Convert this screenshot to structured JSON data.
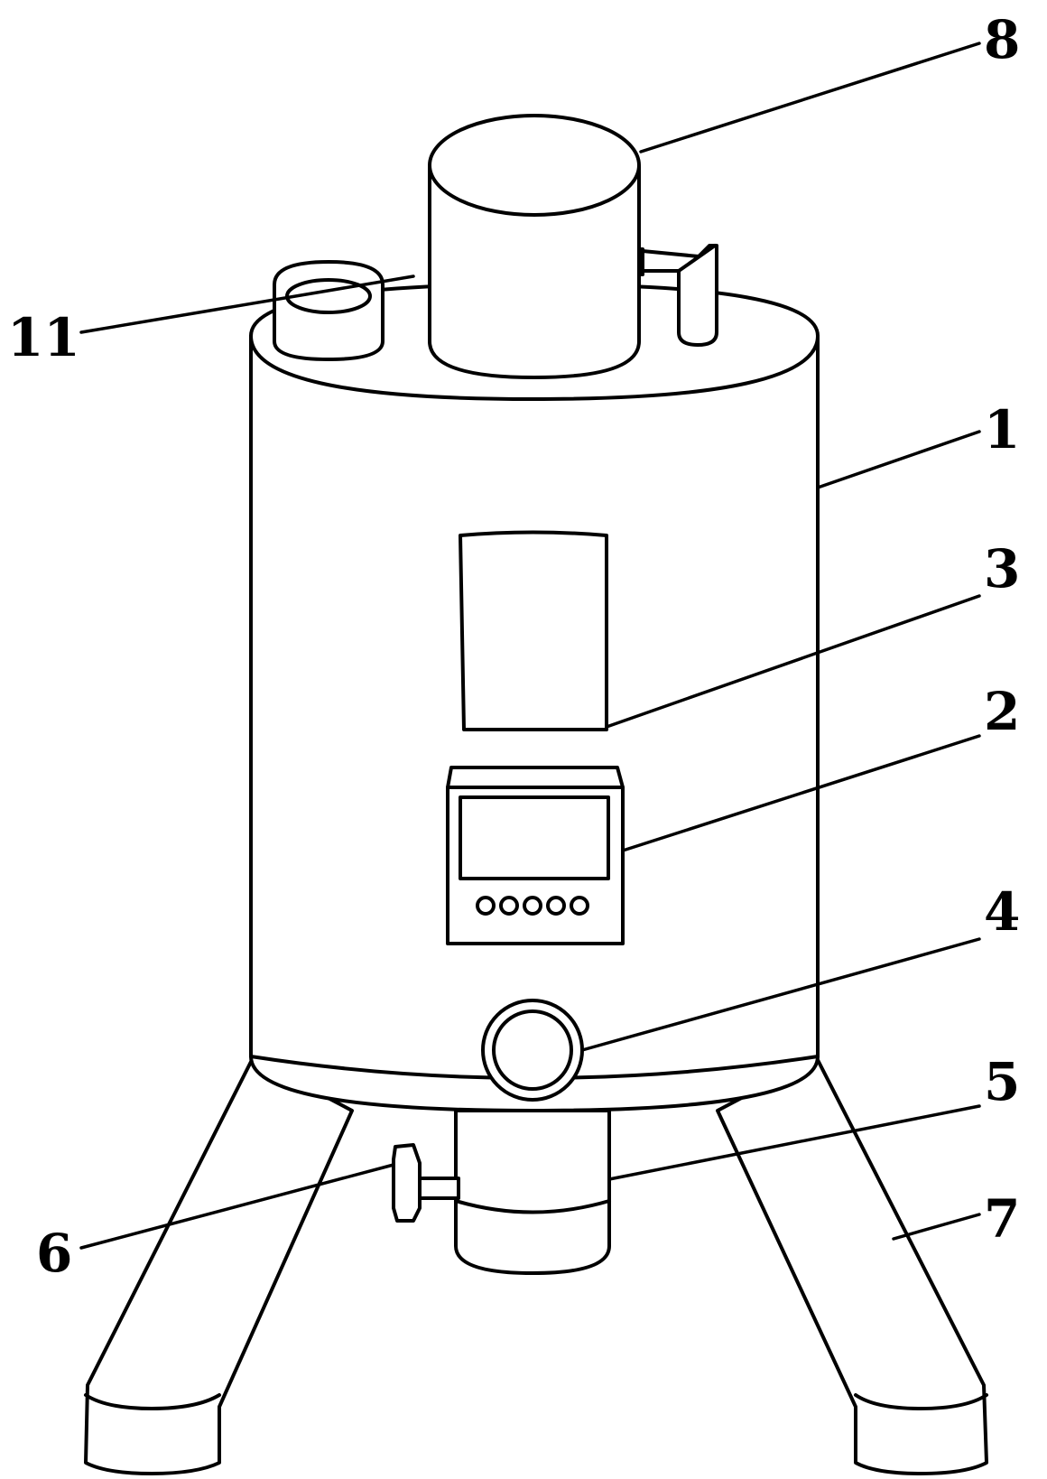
{
  "labels": {
    "body": "1",
    "control_panel": "2",
    "window": "3",
    "sight_glass": "4",
    "outlet_pipe": "5",
    "valve": "6",
    "legs": "7",
    "motor": "8",
    "inlet": "11"
  },
  "colors": {
    "line": "#000000",
    "background": "#ffffff"
  }
}
